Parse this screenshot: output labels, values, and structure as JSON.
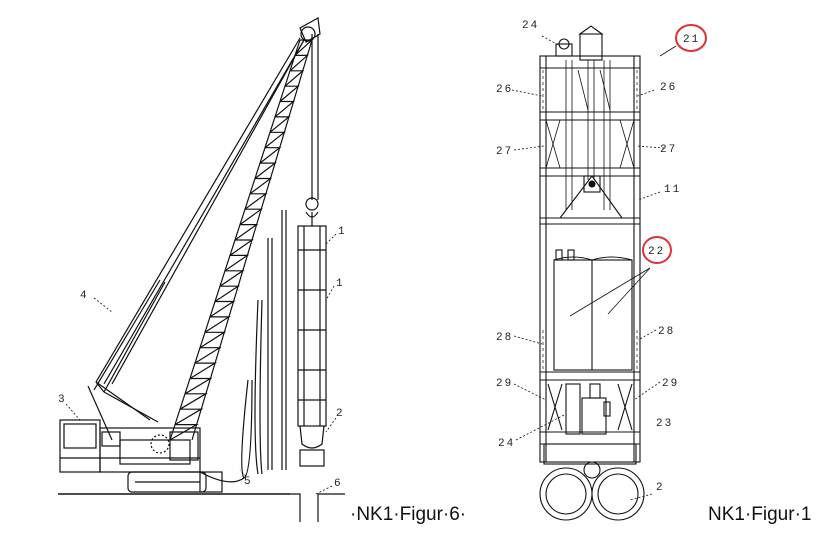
{
  "captions": {
    "left": "·NK1·Figur·6·",
    "right": "NK1·Figur·1"
  },
  "left_figure": {
    "labels": [
      "1",
      "1",
      "2",
      "3",
      "4",
      "5",
      "6"
    ]
  },
  "right_figure": {
    "labels": [
      "24",
      "21",
      "26",
      "26",
      "27",
      "27",
      "11",
      "22",
      "28",
      "28",
      "29",
      "29",
      "23",
      "24",
      "2"
    ],
    "highlight_color": "#e0303a"
  }
}
